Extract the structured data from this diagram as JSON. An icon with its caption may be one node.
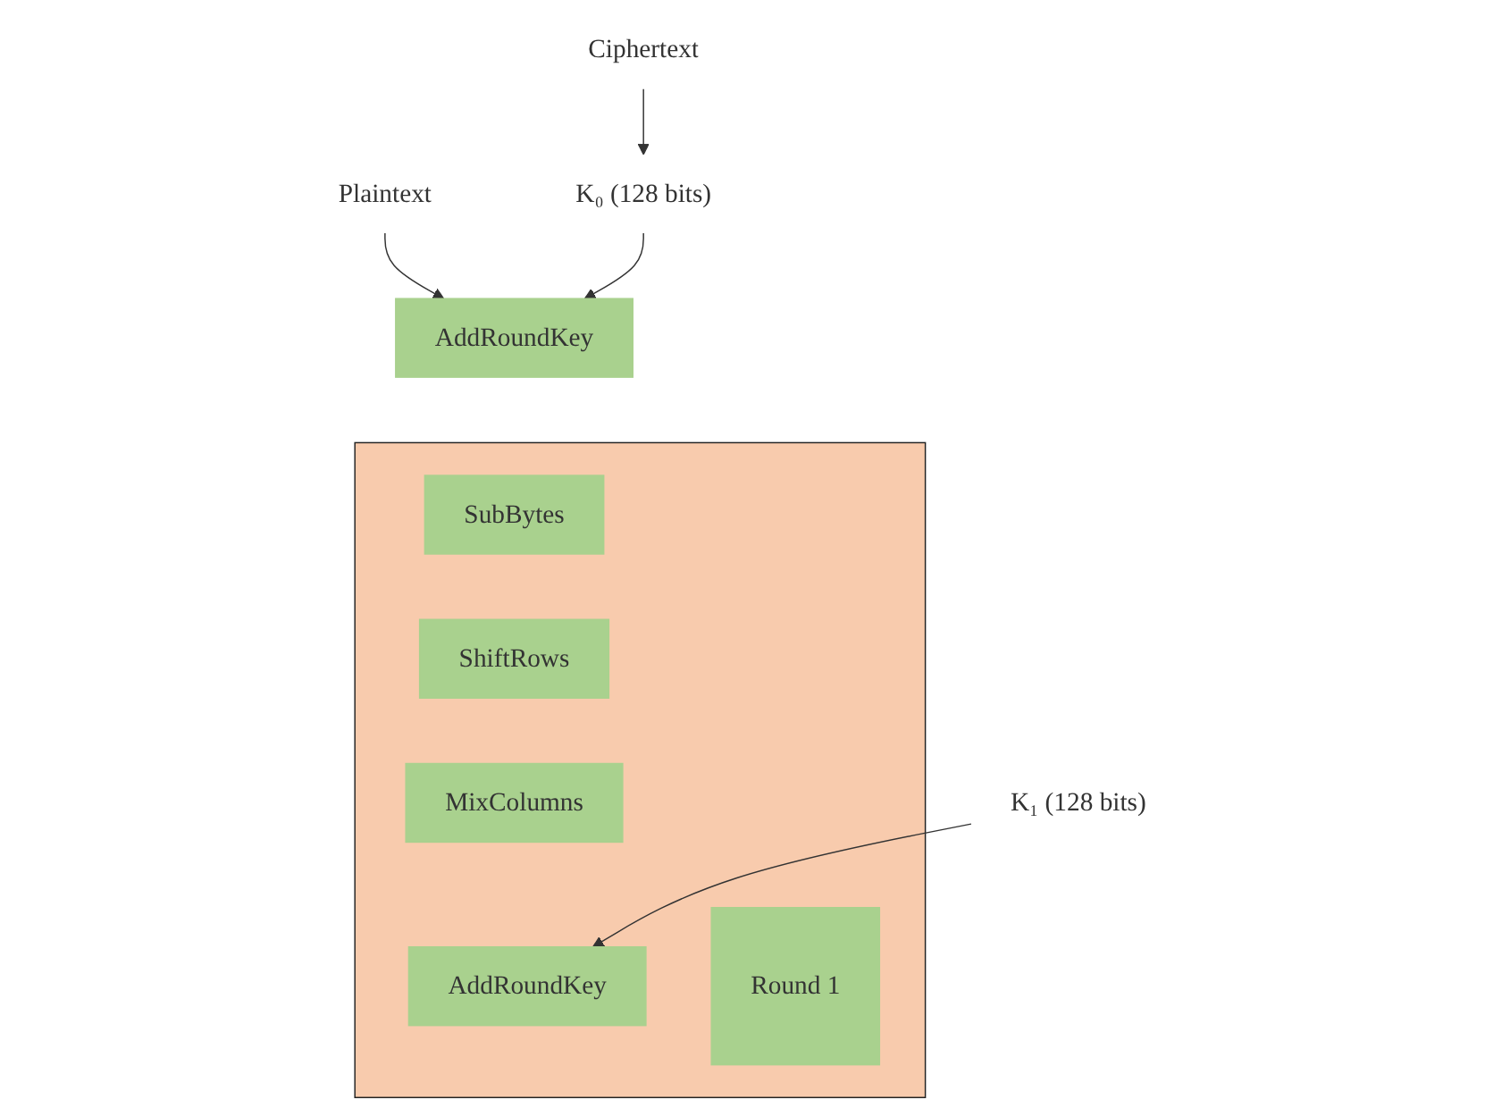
{
  "diagram": {
    "nodes": [
      {
        "text": [
          "Ciphertext"
        ]
      },
      {
        "text": [
          "Plaintext"
        ]
      },
      {
        "text": [
          "K₀ (128 bits)"
        ]
      },
      {
        "text": [
          "AddRoundKey"
        ]
      },
      {
        "text": [],
        "shape": "box"
      },
      {
        "text": [
          "SubBytes"
        ],
        "in": 4
      },
      {
        "text": [
          "ShiftRows"
        ],
        "in": 4
      },
      {
        "text": [
          "MixColumns"
        ],
        "in": 4
      },
      {
        "text": [
          "AddRoundKey"
        ],
        "in": 4
      },
      {
        "text": [
          "Round 1"
        ],
        "in": 4
      },
      {
        "text": [
          "K₁ (128 bits)"
        ]
      }
    ],
    "edges": [
      {
        "from": 0,
        "to": 2,
        "arrow": "to"
      },
      {
        "from": 1,
        "to": 3,
        "arrow": "to"
      },
      {
        "from": 2,
        "to": 3,
        "arrow": "to"
      },
      {
        "from": 10,
        "to": 8,
        "arrow": "to"
      }
    ]
  }
}
